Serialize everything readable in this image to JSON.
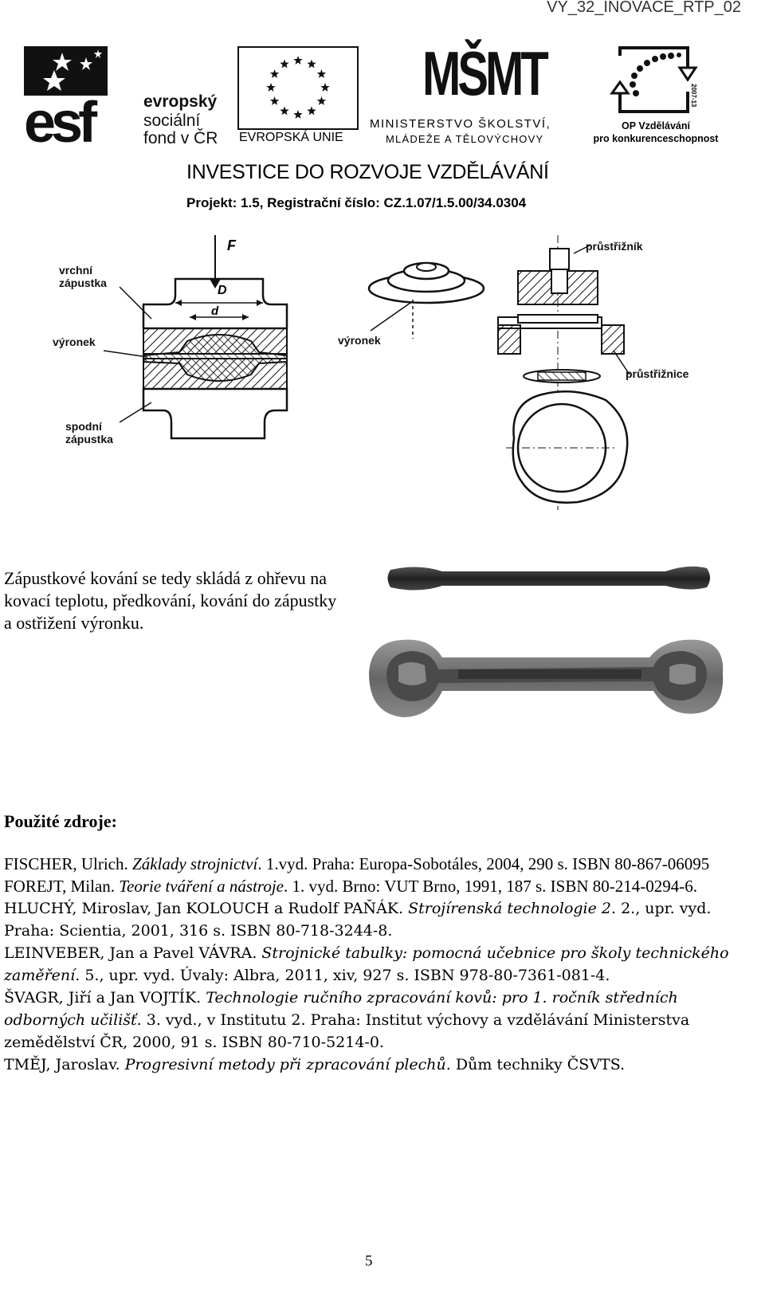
{
  "header": {
    "doc_code": "VY_32_INOVACE_RTP_02",
    "esf_lines": [
      "evropský",
      "sociální",
      "fond v ČR"
    ],
    "esf_logo_text": "esf",
    "eu_label": "EVROPSKÁ UNIE",
    "msmt_logo_text": "MŠMT",
    "msmt_line1": "MINISTERSTVO ŠKOLSTVÍ,",
    "msmt_line2": "MLÁDEŽE A TĚLOVÝCHOVY",
    "op_line1": "OP Vzdělávání",
    "op_line2": "pro konkurenceschopnost",
    "op_years": "2007-13",
    "investice": "INVESTICE DO ROZVOJE VZDĚLÁVÁNÍ",
    "projekt": "Projekt:  1.5, Registrační číslo: CZ.1.07/1.5.00/34.0304"
  },
  "figure": {
    "force_label": "F",
    "dim_D": "D",
    "dim_d": "d",
    "label_vrchni_1": "vrchní",
    "label_vrchni_2": "zápustka",
    "label_vyronek_left": "výronek",
    "label_spodni_1": "spodní",
    "label_spodni_2": "zápustka",
    "label_vyronek_mid": "výronek",
    "label_prustriznik": "průstřižník",
    "label_prustriznice": "průstřižnice"
  },
  "body": {
    "paragraph": "Zápustkové kování se tedy skládá z ohřevu na kovací teplotu, předkování, kování do zápustky a ostřižení výronku."
  },
  "sources": {
    "title": "Použité zdroje:",
    "refs": [
      {
        "pre": "FISCHER, Ulrich. ",
        "it": "Základy strojnictví",
        "post": ". 1.vyd. Praha: Europa-Sobotáles, 2004, 290 s. ISBN 80-867-06095"
      },
      {
        "pre": "FOREJT, Milan. ",
        "it": "Teorie tváření a nástroje",
        "post": ". 1. vyd. Brno: VUT Brno, 1991, 187 s. ISBN 80-214-0294-6."
      },
      {
        "pre": "HLUCHÝ, Miroslav, Jan KOLOUCH a Rudolf PAŇÁK. ",
        "it": "Strojírenská technologie 2",
        "post": ". 2., upr. vyd. Praha: Scientia, 2001, 316 s. ISBN 80-718-3244-8."
      },
      {
        "pre": "LEINVEBER, Jan a Pavel VÁVRA. ",
        "it": "Strojnické tabulky: pomocná učebnice pro školy technického zaměření",
        "post": ". 5., upr. vyd. Úvaly: Albra, 2011, xiv, 927 s. ISBN 978-80-7361-081-4."
      },
      {
        "pre": "ŠVAGR, Jiří a Jan VOJTÍK. ",
        "it": "Technologie ručního zpracování kovů: pro 1. ročník středních odborných učilišť",
        "post": ". 3. vyd., v Institutu 2. Praha: Institut výchovy a vzdělávání Ministerstva zemědělství ČR, 2000, 91 s. ISBN 80-710-5214-0."
      },
      {
        "pre": "TMĚJ, Jaroslav. ",
        "it": "Progresivní metody při zpracování plechů",
        "post": ". Dům techniky ČSVTS."
      }
    ]
  },
  "footer": {
    "page_number": "5"
  }
}
